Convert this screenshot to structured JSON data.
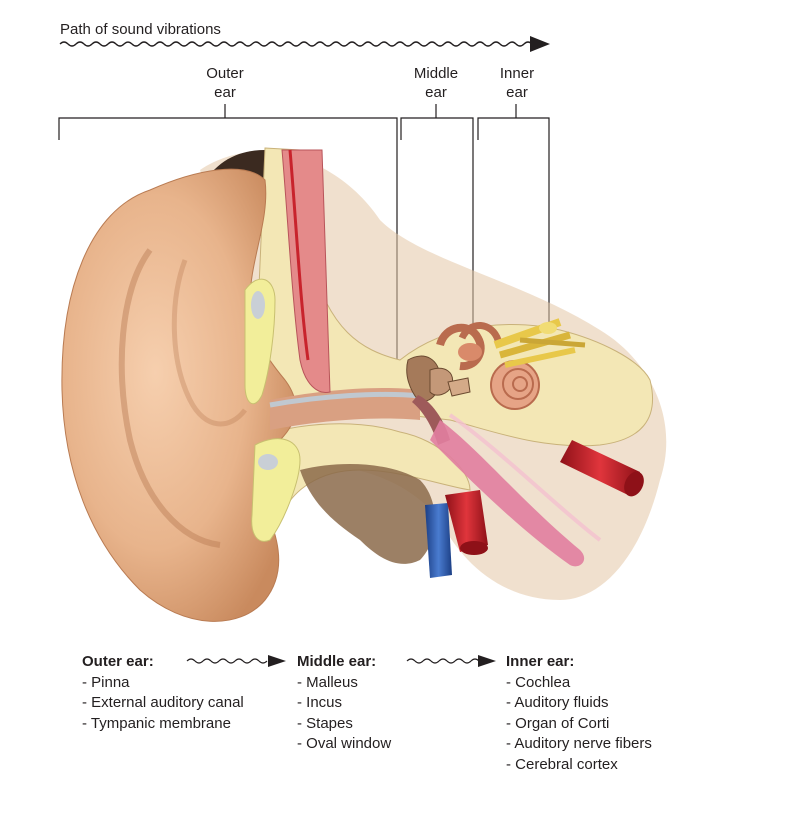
{
  "header": {
    "path_label": "Path of sound vibrations"
  },
  "regions": {
    "outer": {
      "line1": "Outer",
      "line2": "ear"
    },
    "middle": {
      "line1": "Middle",
      "line2": "ear"
    },
    "inner": {
      "line1": "Inner",
      "line2": "ear"
    }
  },
  "legend": {
    "outer": {
      "title": "Outer ear:",
      "items": [
        "- Pinna",
        "- External auditory canal",
        "- Tympanic membrane"
      ]
    },
    "middle": {
      "title": "Middle ear:",
      "items": [
        "- Malleus",
        "- Incus",
        "- Stapes",
        "- Oval window"
      ]
    },
    "inner": {
      "title": "Inner ear:",
      "items": [
        "- Cochlea",
        "- Auditory fluids",
        "- Organ of Corti",
        "- Auditory nerve fibers",
        "- Cerebral cortex"
      ]
    }
  },
  "colors": {
    "skin": "#e8b48c",
    "skin_shadow": "#c98a5e",
    "bone": "#f3e7b5",
    "cartilage": "#f2ee9a",
    "canal_pink": "#e48a8a",
    "cochlea": "#d98a6a",
    "artery": "#c8232c",
    "vein": "#2f5fb0",
    "nerve": "#e8c84a",
    "tube_pink": "#e17ea0"
  }
}
